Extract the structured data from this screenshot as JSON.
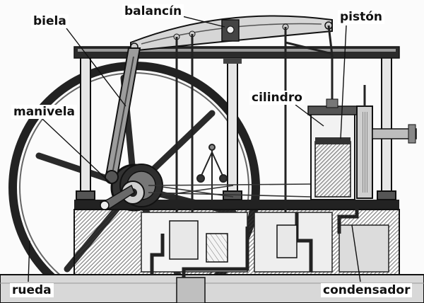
{
  "labels": {
    "balancin": "balancín",
    "biela": "biela",
    "piston": "pistón",
    "cilindro": "cilindro",
    "manivela": "manivela",
    "rueda": "rueda",
    "condensador": "condensador"
  },
  "colors": {
    "ink": "#1a1a1a",
    "hatch": "#3a3a3a",
    "paper": "#fbfbfb",
    "shade": "#8a8a8a"
  }
}
